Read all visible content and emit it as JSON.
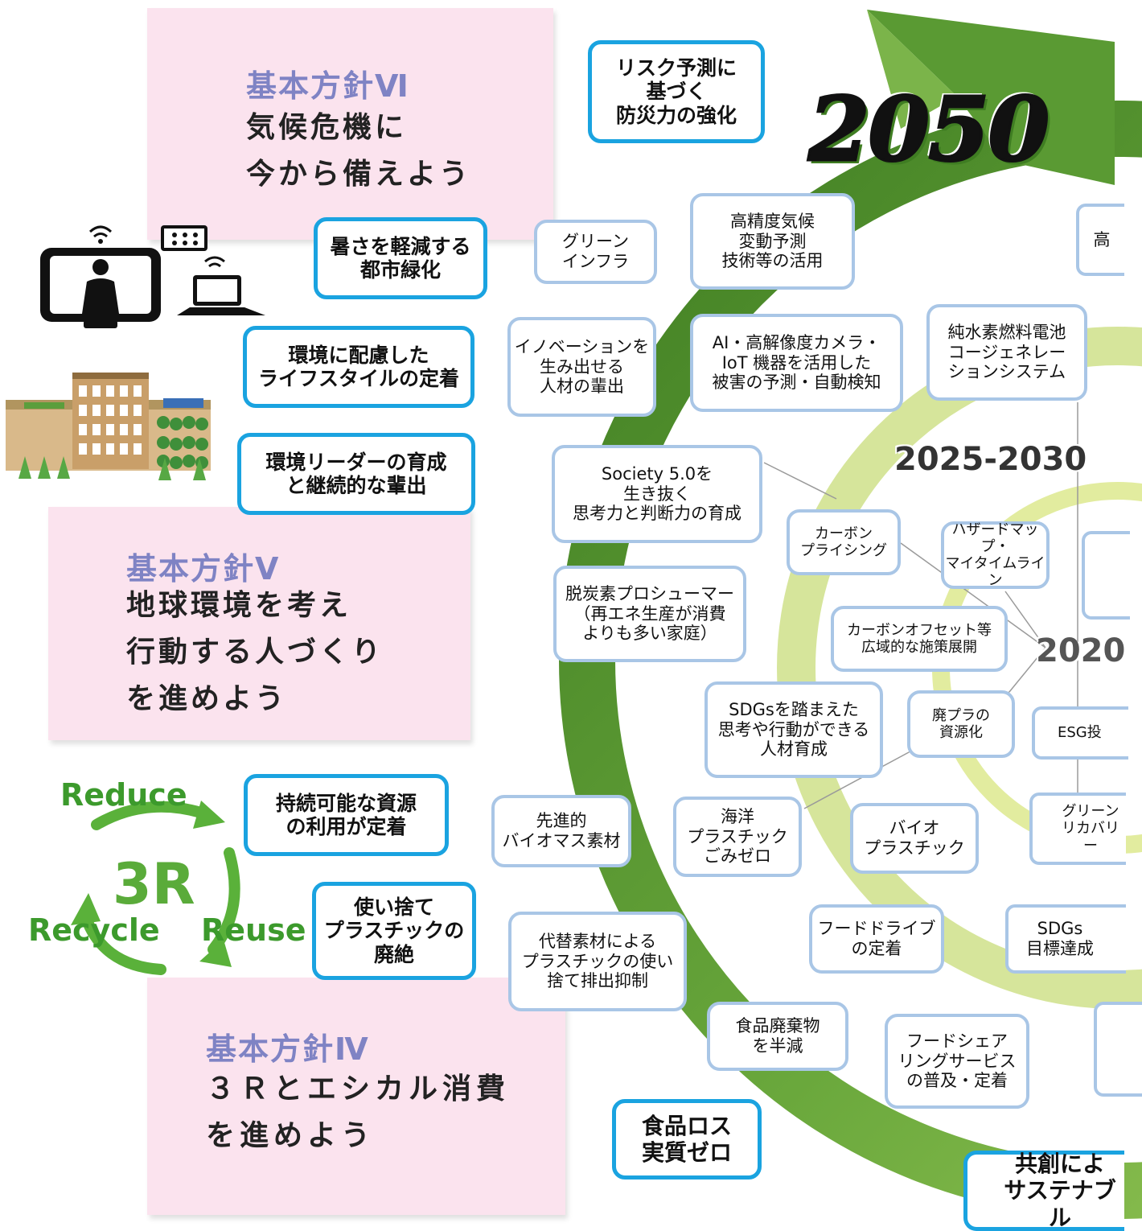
{
  "year_labels": {
    "y2050": "2050",
    "y2025": "2025-2030",
    "y2020": "2020"
  },
  "notes": {
    "vi": {
      "heading": "基本方針Ⅵ",
      "body": "気候危機に\n今から備えよう"
    },
    "v": {
      "heading": "基本方針Ⅴ",
      "body": "地球環境を考え\n行動する人づくり\nを進めよう"
    },
    "iv": {
      "heading": "基本方針Ⅳ",
      "body": "３Ｒとエシカル消費\nを進めよう"
    }
  },
  "goal_boxes": {
    "risk": "リスク予測に\n基づく\n防災力の強化",
    "heat": "暑さを軽減する\n都市緑化",
    "lifestyle": "環境に配慮した\nライフスタイルの定着",
    "leader": "環境リーダーの育成\nと継続的な輩出",
    "resource": "持続可能な資源\nの利用が定着",
    "plastic": "使い捨て\nプラスチックの\n廃絶",
    "foodloss": "食品ロス\n実質ゼロ",
    "kyoso": "共創によ\nサステナブル"
  },
  "measure_boxes": {
    "green_infra": "グリーン\nインフラ",
    "forecast": "高精度気候\n変動予測\n技術等の活用",
    "partial_top": "高",
    "innovation": "イノベーションを\n生み出せる\n人材の輩出",
    "ai": "AI・高解像度カメラ・\nIoT 機器を活用した\n被害の予測・自動検知",
    "hydrogen": "純水素燃料電池\nコージェネレー\nションシステム",
    "society": "Society 5.0を\n生き抜く\n思考力と判断力の育成",
    "carbon_pricing": "カーボン\nプライシング",
    "hazard": "ハザードマップ・\nマイタイムライン",
    "prosumer": "脱炭素プロシューマー\n（再エネ生産が消費\nよりも多い家庭）",
    "offset": "カーボンオフセット等\n広域的な施策展開",
    "sdgs_talent": "SDGsを踏まえた\n思考や行動ができる\n人材育成",
    "waste_plastic": "廃プラの\n資源化",
    "esg": "ESG投",
    "biomass": "先進的\nバイオマス素材",
    "ocean": "海洋\nプラスチック\nごみゼロ",
    "bio_plastic": "バイオ\nプラスチック",
    "green_recovery": "グリーン\nリカバリー",
    "food_drive": "フードドライブ\nの定着",
    "sdgs_goal": "SDGs\n目標達成",
    "substitute": "代替素材による\nプラスチックの使い\n捨て排出抑制",
    "food_waste": "食品廃棄物\nを半減",
    "food_share": "フードシェア\nリングサービス\nの普及・定着"
  },
  "rcycle": {
    "title": "3R",
    "reduce": "Reduce",
    "reuse": "Reuse",
    "recycle": "Recycle"
  },
  "colors": {
    "arrow_dark": "#4f8f2e",
    "arrow_light": "#9ecb5b",
    "ring_light": "#cfe08a",
    "blue_border": "#1aa3e0",
    "light_border": "#a9c6e6",
    "note_pink": "#fbe3ee"
  },
  "icons": [
    "telework-icon",
    "building-icon"
  ]
}
